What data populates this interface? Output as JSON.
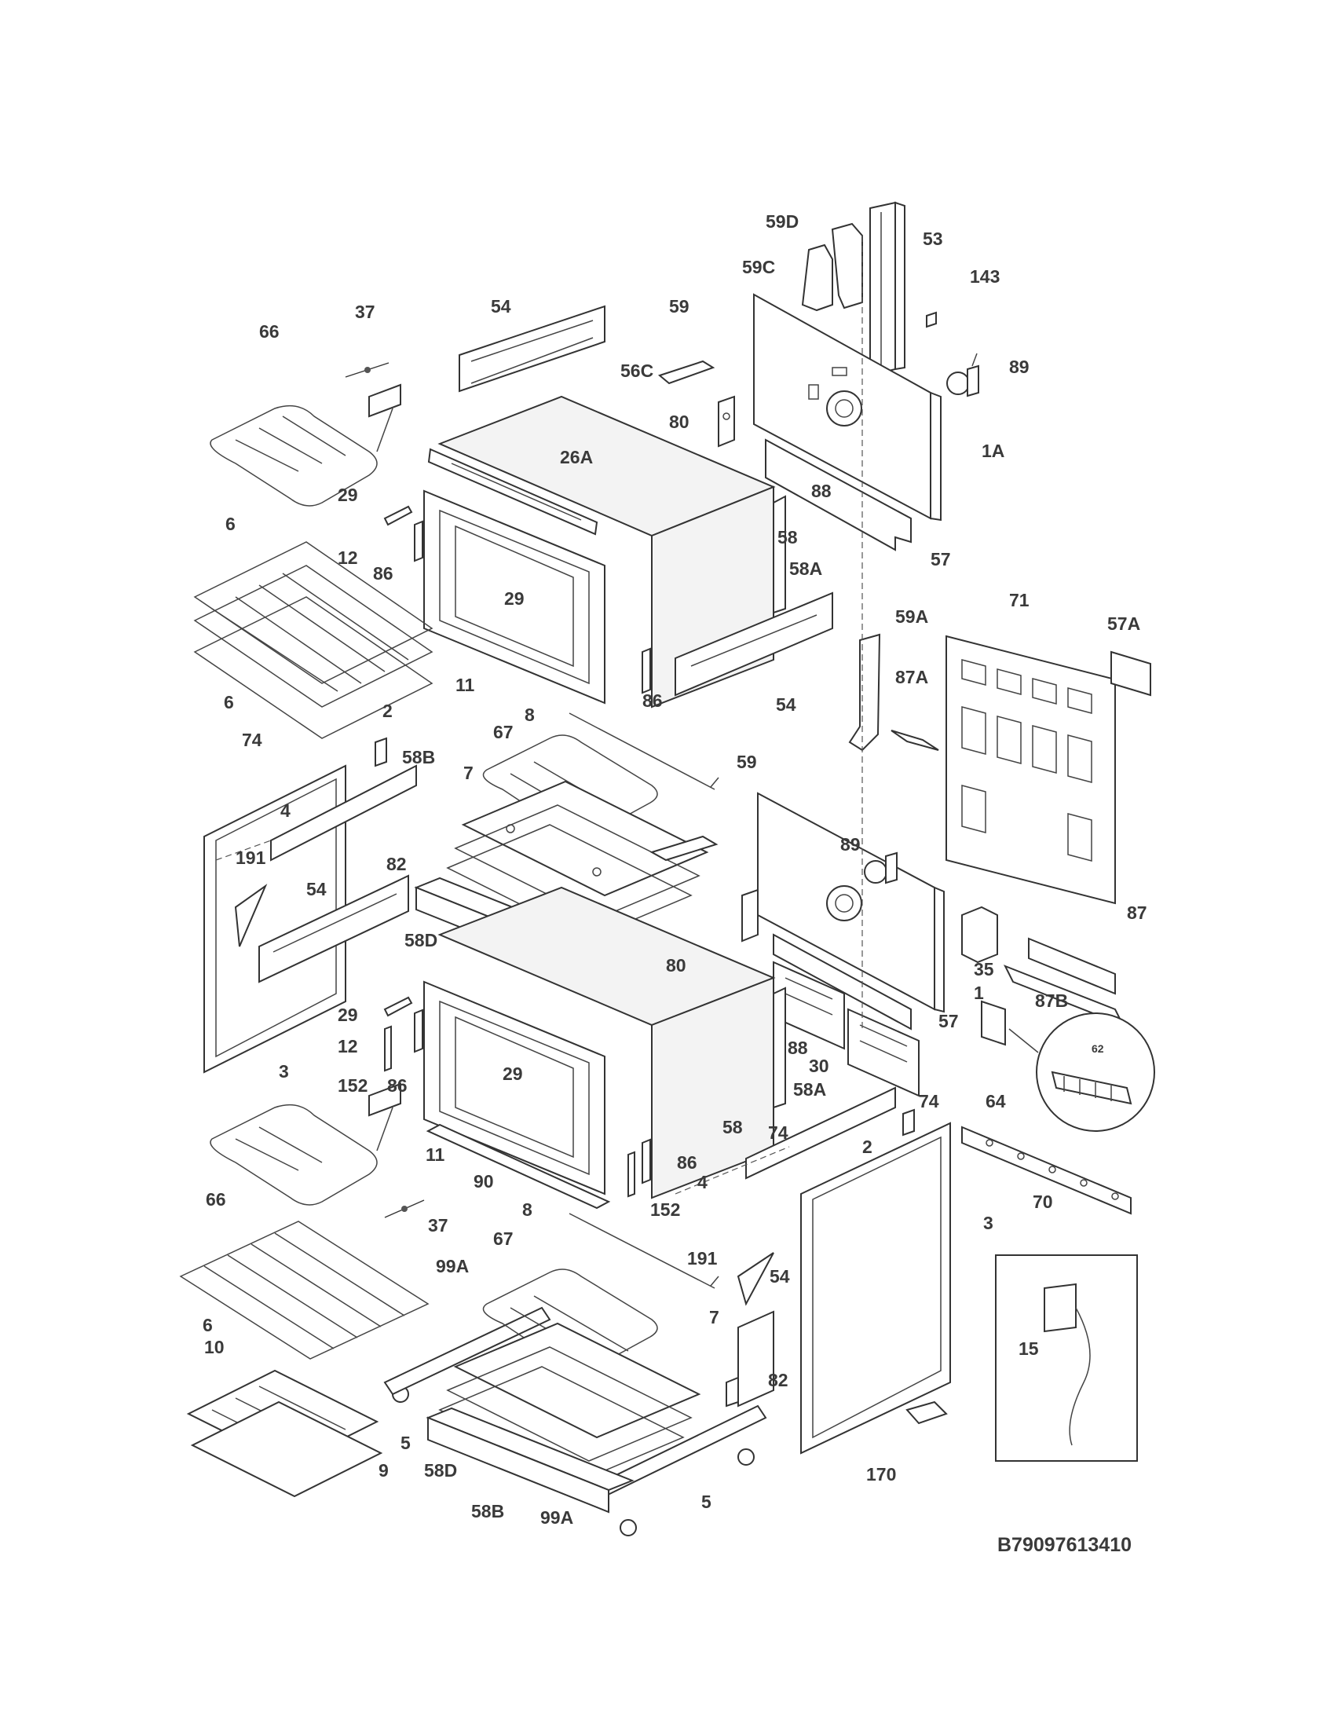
{
  "drawing_id": "B79097613410",
  "detail_callout": "62",
  "callouts": [
    {
      "id": "c-59D",
      "label": "59D"
    },
    {
      "id": "c-53",
      "label": "53"
    },
    {
      "id": "c-143",
      "label": "143"
    },
    {
      "id": "c-59C",
      "label": "59C"
    },
    {
      "id": "c-89-top",
      "label": "89"
    },
    {
      "id": "c-37-top",
      "label": "37"
    },
    {
      "id": "c-54-top",
      "label": "54"
    },
    {
      "id": "c-59-top",
      "label": "59"
    },
    {
      "id": "c-66-top",
      "label": "66"
    },
    {
      "id": "c-56C",
      "label": "56C"
    },
    {
      "id": "c-80-top",
      "label": "80"
    },
    {
      "id": "c-1A",
      "label": "1A"
    },
    {
      "id": "c-26A",
      "label": "26A"
    },
    {
      "id": "c-29-a",
      "label": "29"
    },
    {
      "id": "c-88-top",
      "label": "88"
    },
    {
      "id": "c-57-top",
      "label": "57"
    },
    {
      "id": "c-12-top",
      "label": "12"
    },
    {
      "id": "c-86-a",
      "label": "86"
    },
    {
      "id": "c-58-top",
      "label": "58"
    },
    {
      "id": "c-58A-top",
      "label": "58A"
    },
    {
      "id": "c-6-a",
      "label": "6"
    },
    {
      "id": "c-29-b",
      "label": "29"
    },
    {
      "id": "c-71",
      "label": "71"
    },
    {
      "id": "c-57A",
      "label": "57A"
    },
    {
      "id": "c-59A",
      "label": "59A"
    },
    {
      "id": "c-11-top",
      "label": "11"
    },
    {
      "id": "c-6-b",
      "label": "6"
    },
    {
      "id": "c-86-b",
      "label": "86"
    },
    {
      "id": "c-54-mid",
      "label": "54"
    },
    {
      "id": "c-87A",
      "label": "87A"
    },
    {
      "id": "c-8-top",
      "label": "8"
    },
    {
      "id": "c-74-left",
      "label": "74"
    },
    {
      "id": "c-2-left",
      "label": "2"
    },
    {
      "id": "c-67-top",
      "label": "67"
    },
    {
      "id": "c-58B-top",
      "label": "58B"
    },
    {
      "id": "c-7-top",
      "label": "7"
    },
    {
      "id": "c-59-mid",
      "label": "59"
    },
    {
      "id": "c-4-left",
      "label": "4"
    },
    {
      "id": "c-89-mid",
      "label": "89"
    },
    {
      "id": "c-82-top",
      "label": "82"
    },
    {
      "id": "c-191-left",
      "label": "191"
    },
    {
      "id": "c-54-left",
      "label": "54"
    },
    {
      "id": "c-87",
      "label": "87"
    },
    {
      "id": "c-58D-top",
      "label": "58D"
    },
    {
      "id": "c-35",
      "label": "35"
    },
    {
      "id": "c-80-mid",
      "label": "80"
    },
    {
      "id": "c-1",
      "label": "1"
    },
    {
      "id": "c-87B",
      "label": "87B"
    },
    {
      "id": "c-29-c",
      "label": "29"
    },
    {
      "id": "c-57-mid",
      "label": "57"
    },
    {
      "id": "c-12-mid",
      "label": "12"
    },
    {
      "id": "c-3-left",
      "label": "3"
    },
    {
      "id": "c-88-mid",
      "label": "88"
    },
    {
      "id": "c-30",
      "label": "30"
    },
    {
      "id": "c-152-left",
      "label": "152"
    },
    {
      "id": "c-86-c",
      "label": "86"
    },
    {
      "id": "c-29-d",
      "label": "29"
    },
    {
      "id": "c-58A-mid",
      "label": "58A"
    },
    {
      "id": "c-74-right",
      "label": "74"
    },
    {
      "id": "c-64",
      "label": "64"
    },
    {
      "id": "c-58-mid",
      "label": "58"
    },
    {
      "id": "c-74-mid",
      "label": "74"
    },
    {
      "id": "c-2-right",
      "label": "2"
    },
    {
      "id": "c-11-bot",
      "label": "11"
    },
    {
      "id": "c-86-d",
      "label": "86"
    },
    {
      "id": "c-90",
      "label": "90"
    },
    {
      "id": "c-4-right",
      "label": "4"
    },
    {
      "id": "c-3-right",
      "label": "3"
    },
    {
      "id": "c-70",
      "label": "70"
    },
    {
      "id": "c-66-bot",
      "label": "66"
    },
    {
      "id": "c-152-bot",
      "label": "152"
    },
    {
      "id": "c-37-bot",
      "label": "37"
    },
    {
      "id": "c-8-bot",
      "label": "8"
    },
    {
      "id": "c-67-bot",
      "label": "67"
    },
    {
      "id": "c-191-bot",
      "label": "191"
    },
    {
      "id": "c-99A-top",
      "label": "99A"
    },
    {
      "id": "c-54-bot",
      "label": "54"
    },
    {
      "id": "c-6-c",
      "label": "6"
    },
    {
      "id": "c-7-bot",
      "label": "7"
    },
    {
      "id": "c-10",
      "label": "10"
    },
    {
      "id": "c-15",
      "label": "15"
    },
    {
      "id": "c-82-bot",
      "label": "82"
    },
    {
      "id": "c-5-left",
      "label": "5"
    },
    {
      "id": "c-9",
      "label": "9"
    },
    {
      "id": "c-58D-bot",
      "label": "58D"
    },
    {
      "id": "c-170",
      "label": "170"
    },
    {
      "id": "c-58B-bot",
      "label": "58B"
    },
    {
      "id": "c-99A-bot",
      "label": "99A"
    },
    {
      "id": "c-5-right",
      "label": "5"
    }
  ]
}
